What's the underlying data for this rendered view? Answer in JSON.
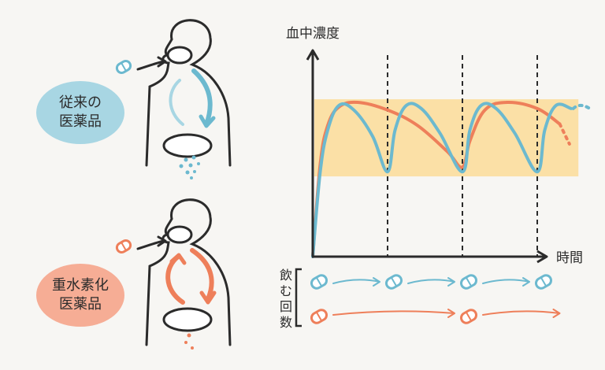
{
  "labels": {
    "conventional_line1": "従来の",
    "conventional_line2": "医薬品",
    "deuterated_line1": "重水素化",
    "deuterated_line2": "医薬品",
    "y_axis": "血中濃度",
    "x_axis": "時間",
    "dose_1": "飲",
    "dose_2": "む",
    "dose_3": "回",
    "dose_4": "数"
  },
  "colors": {
    "conventional": "#6cb9cf",
    "deuterated": "#ee7f5a",
    "conventional_bubble": "#a8d6e3",
    "deuterated_bubble": "#f6ad95",
    "therapeutic_band": "#fbe0a6",
    "ink": "#2b2b2b"
  },
  "chart_data": {
    "type": "line",
    "xlabel": "時間",
    "ylabel": "血中濃度",
    "band": [
      0.52,
      1.02
    ],
    "dose_times_conventional": [
      0,
      1,
      2,
      3
    ],
    "dose_times_deuterated": [
      0,
      2
    ],
    "series": [
      {
        "key": "conventional",
        "x": [
          0,
          0.1,
          0.2,
          0.35,
          0.55,
          0.8,
          1.0,
          1.1,
          1.25,
          1.45,
          1.7,
          2.0,
          2.1,
          2.25,
          2.45,
          2.7,
          3.0,
          3.1,
          3.25,
          3.45
        ],
        "y": [
          0,
          0.55,
          0.82,
          0.98,
          0.95,
          0.78,
          0.55,
          0.82,
          0.98,
          0.96,
          0.8,
          0.55,
          0.82,
          0.98,
          0.96,
          0.8,
          0.55,
          0.82,
          0.98,
          0.96
        ]
      },
      {
        "key": "deuterated",
        "x": [
          0,
          0.1,
          0.2,
          0.35,
          0.6,
          1.0,
          1.4,
          1.8,
          2.0,
          2.1,
          2.3,
          2.6,
          3.0,
          3.3
        ],
        "y": [
          0,
          0.6,
          0.85,
          0.97,
          1.0,
          0.95,
          0.85,
          0.68,
          0.58,
          0.75,
          0.95,
          1.0,
          0.96,
          0.86
        ]
      }
    ]
  }
}
